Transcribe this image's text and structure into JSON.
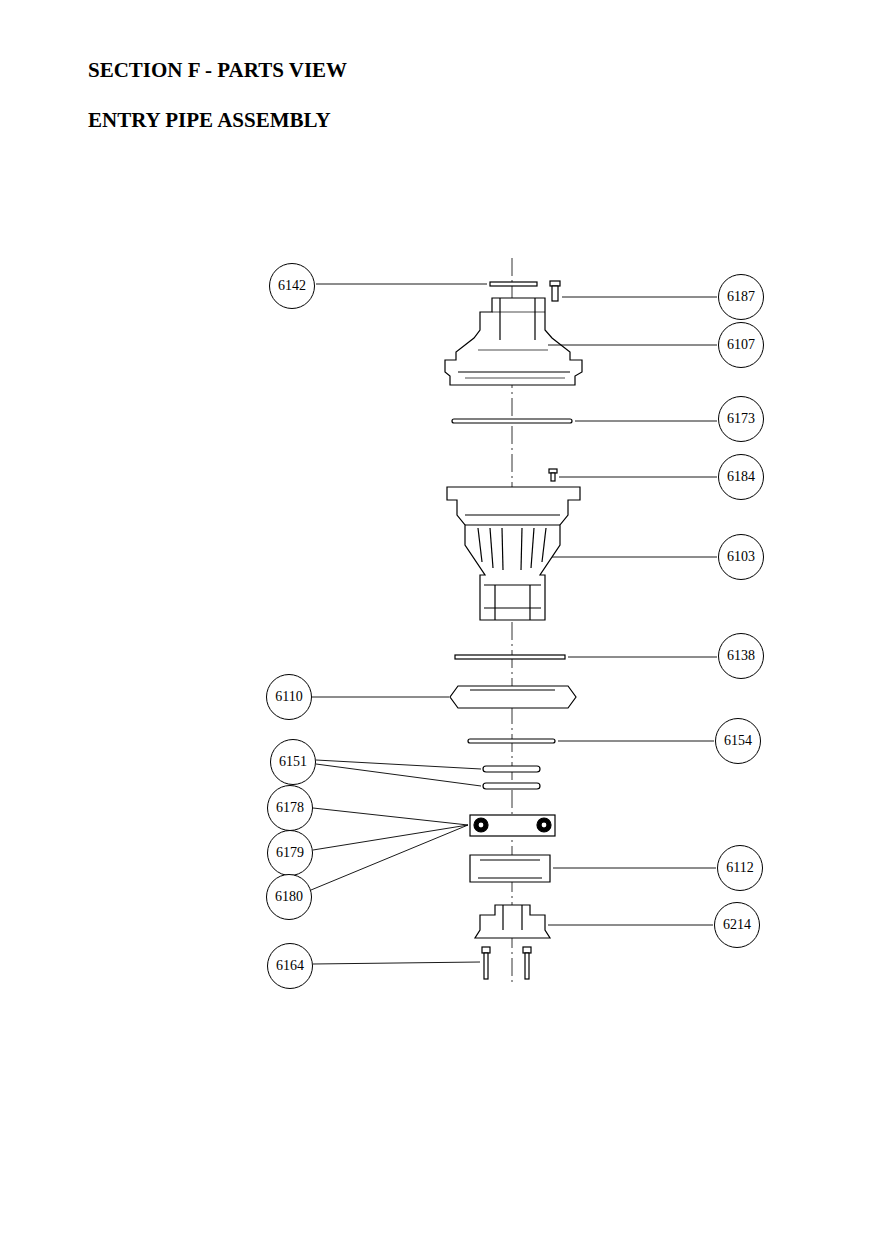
{
  "diagram": {
    "title": "SECTION F - PARTS VIEW",
    "nodes": [
      {
        "text": [
          "6142"
        ]
      },
      {
        "text": [
          "6187"
        ]
      },
      {
        "text": [
          "6107"
        ]
      },
      {
        "text": [
          "6173"
        ]
      },
      {
        "text": [
          "6184"
        ]
      },
      {
        "text": [
          "6103"
        ]
      },
      {
        "text": [
          "6138"
        ]
      },
      {
        "text": [
          "6110"
        ]
      },
      {
        "text": [
          "6154"
        ]
      },
      {
        "text": [
          "6151"
        ]
      },
      {
        "text": [
          "6178"
        ]
      },
      {
        "text": [
          "6179"
        ]
      },
      {
        "text": [
          "6180"
        ]
      },
      {
        "text": [
          "6112"
        ]
      },
      {
        "text": [
          "6214"
        ]
      },
      {
        "text": [
          "6164"
        ]
      }
    ],
    "labels": [
      "ENTRY PIPE ASSEMBLY"
    ]
  }
}
